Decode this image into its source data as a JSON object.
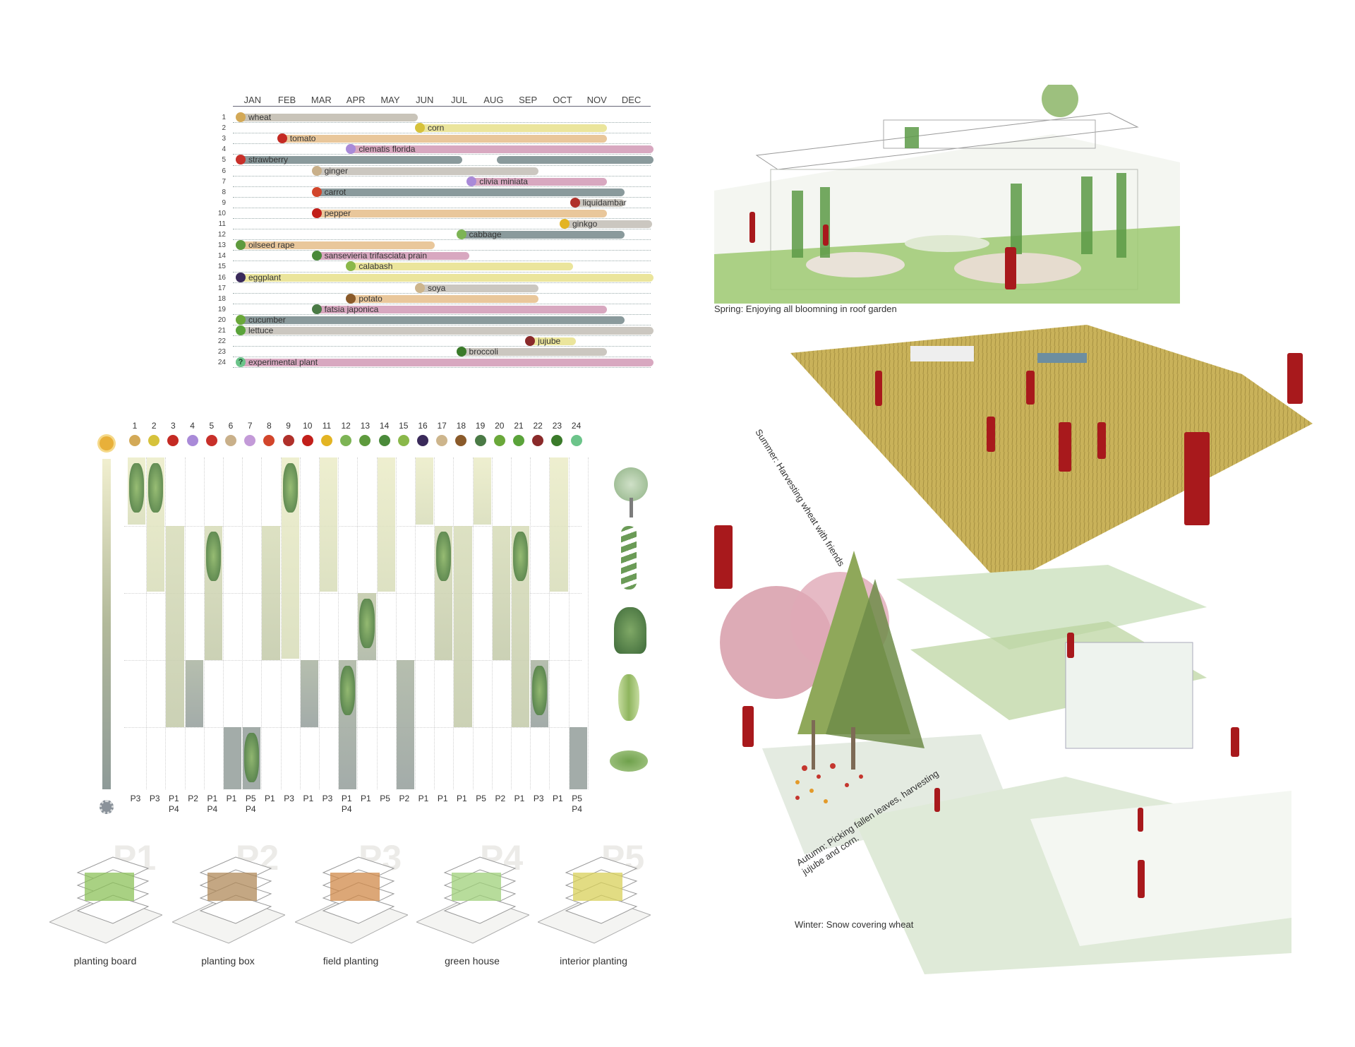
{
  "colors": {
    "grey_bar": "#c9c4b9",
    "yellow_bar": "#ebe59c",
    "orange_bar": "#e9c79b",
    "pink_bar": "#d8a8c0",
    "teal_bar": "#8a9a9c",
    "light_bar": "#cbc7c0",
    "people_red": "#a8191c",
    "wheat_gold": "#c9b25a",
    "green_plant": "#6aa04a"
  },
  "calendar": {
    "months": [
      "JAN",
      "FEB",
      "MAR",
      "APR",
      "MAY",
      "JUN",
      "JUL",
      "AUG",
      "SEP",
      "OCT",
      "NOV",
      "DEC"
    ],
    "rows": [
      {
        "num": "1",
        "label": "wheat",
        "icon": "wheat-icon",
        "bars": [
          [
            0,
            5
          ]
        ],
        "color": "grey_bar"
      },
      {
        "num": "2",
        "label": "corn",
        "icon": "corn-icon",
        "bars": [
          [
            5,
            10.5
          ]
        ],
        "color": "yellow_bar"
      },
      {
        "num": "3",
        "label": "tomato",
        "icon": "tomato-icon",
        "bars": [
          [
            1,
            10.5
          ]
        ],
        "color": "orange_bar"
      },
      {
        "num": "4",
        "label": "clematis florida",
        "icon": "flower-icon",
        "bars": [
          [
            3,
            12
          ]
        ],
        "color": "pink_bar"
      },
      {
        "num": "5",
        "label": "strawberry",
        "icon": "strawberry-icon",
        "bars": [
          [
            0,
            6.3
          ],
          [
            7.3,
            12
          ]
        ],
        "color": "teal_bar"
      },
      {
        "num": "6",
        "label": "ginger",
        "icon": "ginger-icon",
        "bars": [
          [
            2,
            8.5
          ]
        ],
        "color": "light_bar"
      },
      {
        "num": "7",
        "label": "clivia miniata",
        "icon": "flower-icon",
        "bars": [
          [
            6.5,
            10.5
          ]
        ],
        "color": "pink_bar"
      },
      {
        "num": "8",
        "label": "carrot",
        "icon": "carrot-icon",
        "bars": [
          [
            2,
            11
          ]
        ],
        "color": "teal_bar"
      },
      {
        "num": "9",
        "label": "liquidambar",
        "icon": "maple-leaf-icon",
        "bars": [
          [
            9.5,
            11
          ]
        ],
        "color": "light_bar"
      },
      {
        "num": "10",
        "label": "pepper",
        "icon": "pepper-icon",
        "bars": [
          [
            2,
            10.5
          ]
        ],
        "color": "orange_bar"
      },
      {
        "num": "11",
        "label": "ginkgo",
        "icon": "ginkgo-icon",
        "bars": [
          [
            9.2,
            11.8
          ]
        ],
        "color": "light_bar"
      },
      {
        "num": "12",
        "label": "cabbage",
        "icon": "cabbage-icon",
        "bars": [
          [
            6.2,
            11
          ]
        ],
        "color": "teal_bar"
      },
      {
        "num": "13",
        "label": "oilseed rape",
        "icon": "rape-icon",
        "bars": [
          [
            0,
            5.5
          ]
        ],
        "color": "orange_bar"
      },
      {
        "num": "14",
        "label": "sansevieria trifasciata prain",
        "icon": "sansevieria-icon",
        "bars": [
          [
            2,
            6.5
          ]
        ],
        "color": "pink_bar"
      },
      {
        "num": "15",
        "label": "calabash",
        "icon": "calabash-icon",
        "bars": [
          [
            3,
            9.5
          ]
        ],
        "color": "yellow_bar"
      },
      {
        "num": "16",
        "label": "eggplant",
        "icon": "eggplant-icon",
        "bars": [
          [
            0,
            12
          ]
        ],
        "color": "yellow_bar"
      },
      {
        "num": "17",
        "label": "soya",
        "icon": "soya-icon",
        "bars": [
          [
            5,
            8.5
          ]
        ],
        "color": "light_bar"
      },
      {
        "num": "18",
        "label": "potato",
        "icon": "potato-icon",
        "bars": [
          [
            3,
            8.5
          ]
        ],
        "color": "orange_bar"
      },
      {
        "num": "19",
        "label": "fatsia japonica",
        "icon": "palm-icon",
        "bars": [
          [
            2,
            10.5
          ]
        ],
        "color": "pink_bar"
      },
      {
        "num": "20",
        "label": "cucumber",
        "icon": "cucumber-icon",
        "bars": [
          [
            0,
            11
          ]
        ],
        "color": "teal_bar"
      },
      {
        "num": "21",
        "label": "lettuce",
        "icon": "lettuce-icon",
        "bars": [
          [
            0,
            12
          ]
        ],
        "color": "light_bar"
      },
      {
        "num": "22",
        "label": "jujube",
        "icon": "jujube-icon",
        "bars": [
          [
            8.2,
            9.6
          ]
        ],
        "color": "yellow_bar"
      },
      {
        "num": "23",
        "label": "broccoli",
        "icon": "broccoli-icon",
        "bars": [
          [
            6.2,
            10.5
          ]
        ],
        "color": "light_bar"
      },
      {
        "num": "24",
        "label": "experimental plant",
        "icon": "question-icon",
        "bars": [
          [
            0,
            12
          ]
        ],
        "color": "pink_bar"
      }
    ]
  },
  "matrix": {
    "columns": [
      "1",
      "2",
      "3",
      "4",
      "5",
      "6",
      "7",
      "8",
      "9",
      "10",
      "11",
      "12",
      "13",
      "14",
      "15",
      "16",
      "17",
      "18",
      "19",
      "20",
      "21",
      "22",
      "23",
      "24"
    ],
    "codes": [
      [
        "P3"
      ],
      [
        "P3"
      ],
      [
        "P1",
        "P4"
      ],
      [
        "P2"
      ],
      [
        "P1",
        "P4"
      ],
      [
        "P1"
      ],
      [
        "P5",
        "P4"
      ],
      [
        "P1"
      ],
      [
        "P3"
      ],
      [
        "P1"
      ],
      [
        "P3"
      ],
      [
        "P1",
        "P4"
      ],
      [
        "P1"
      ],
      [
        "P5"
      ],
      [
        "P2"
      ],
      [
        "P1"
      ],
      [
        "P1"
      ],
      [
        "P1"
      ],
      [
        "P5"
      ],
      [
        "P2"
      ],
      [
        "P1"
      ],
      [
        "P3"
      ],
      [
        "P1"
      ],
      [
        "P5",
        "P4"
      ]
    ],
    "levels": [
      0,
      0,
      1,
      3,
      1,
      4,
      4,
      1,
      0,
      3,
      0,
      3,
      2,
      0,
      3,
      0,
      1,
      1,
      0,
      1,
      1,
      3,
      0,
      4
    ]
  },
  "planting_types": [
    {
      "code": "P1",
      "label": "planting board"
    },
    {
      "code": "P2",
      "label": "planting box"
    },
    {
      "code": "P3",
      "label": "field planting"
    },
    {
      "code": "P4",
      "label": "green house"
    },
    {
      "code": "P5",
      "label": "interior planting"
    }
  ],
  "scenes": {
    "spring": "Spring: Enjoying all bloomning in roof garden",
    "summer": "Summer: Harvesting wheat with friends",
    "autumn": "Autumn: Picking fallen leaves, harvesting jujube and corn.",
    "winter": "Winter: Snow covering wheat"
  }
}
